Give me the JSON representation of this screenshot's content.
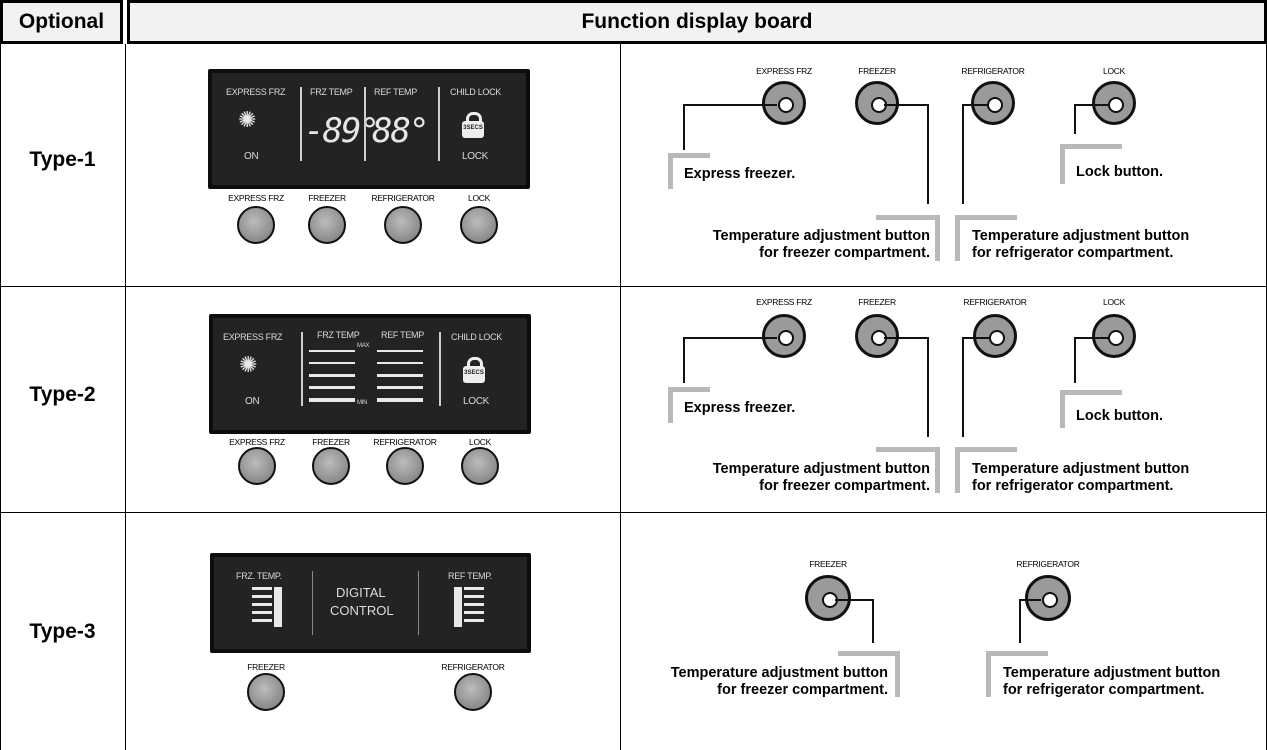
{
  "header": {
    "optional": "Optional",
    "board": "Function display board"
  },
  "rows": [
    {
      "label": "Type-1",
      "panel": {
        "express": "EXPRESS FRZ",
        "frz": "FRZ TEMP",
        "ref": "REF TEMP",
        "child": "CHILD LOCK",
        "on": "ON",
        "lock": "LOCK",
        "secs": "3SECS",
        "frz_value": "-89°",
        "ref_value": "88°"
      },
      "buttons": [
        "EXPRESS FRZ",
        "FREEZER",
        "REFRIGERATOR",
        "LOCK"
      ],
      "diagram": {
        "labels": [
          "EXPRESS FRZ",
          "FREEZER",
          "REFRIGERATOR",
          "LOCK"
        ],
        "express_note": "Express freezer.",
        "lock_note": "Lock button.",
        "frz_note": [
          "Temperature adjustment button",
          "for freezer compartment."
        ],
        "ref_note": [
          "Temperature adjustment button",
          "for refrigerator compartment."
        ]
      }
    },
    {
      "label": "Type-2",
      "panel": {
        "express": "EXPRESS FRZ",
        "frz": "FRZ TEMP",
        "ref": "REF TEMP",
        "child": "CHILD LOCK",
        "on": "ON",
        "lock": "LOCK",
        "secs": "3SECS",
        "max": "MAX",
        "min": "MIN"
      },
      "buttons": [
        "EXPRESS FRZ",
        "FREEZER",
        "REFRIGERATOR",
        "LOCK"
      ],
      "diagram": {
        "labels": [
          "EXPRESS FRZ",
          "FREEZER",
          "REFRIGERATOR",
          "LOCK"
        ],
        "express_note": "Express freezer.",
        "lock_note": "Lock button.",
        "frz_note": [
          "Temperature adjustment button",
          "for freezer compartment."
        ],
        "ref_note": [
          "Temperature adjustment button",
          "for refrigerator compartment."
        ]
      }
    },
    {
      "label": "Type-3",
      "panel": {
        "frz": "FRZ. TEMP.",
        "ref": "REF TEMP.",
        "digital": "DIGITAL",
        "control": "CONTROL"
      },
      "buttons": [
        "FREEZER",
        "REFRIGERATOR"
      ],
      "diagram": {
        "labels": [
          "FREEZER",
          "REFRIGERATOR"
        ],
        "frz_note": [
          "Temperature adjustment button",
          "for freezer compartment."
        ],
        "ref_note": [
          "Temperature adjustment button",
          "for refrigerator compartment."
        ]
      }
    }
  ]
}
